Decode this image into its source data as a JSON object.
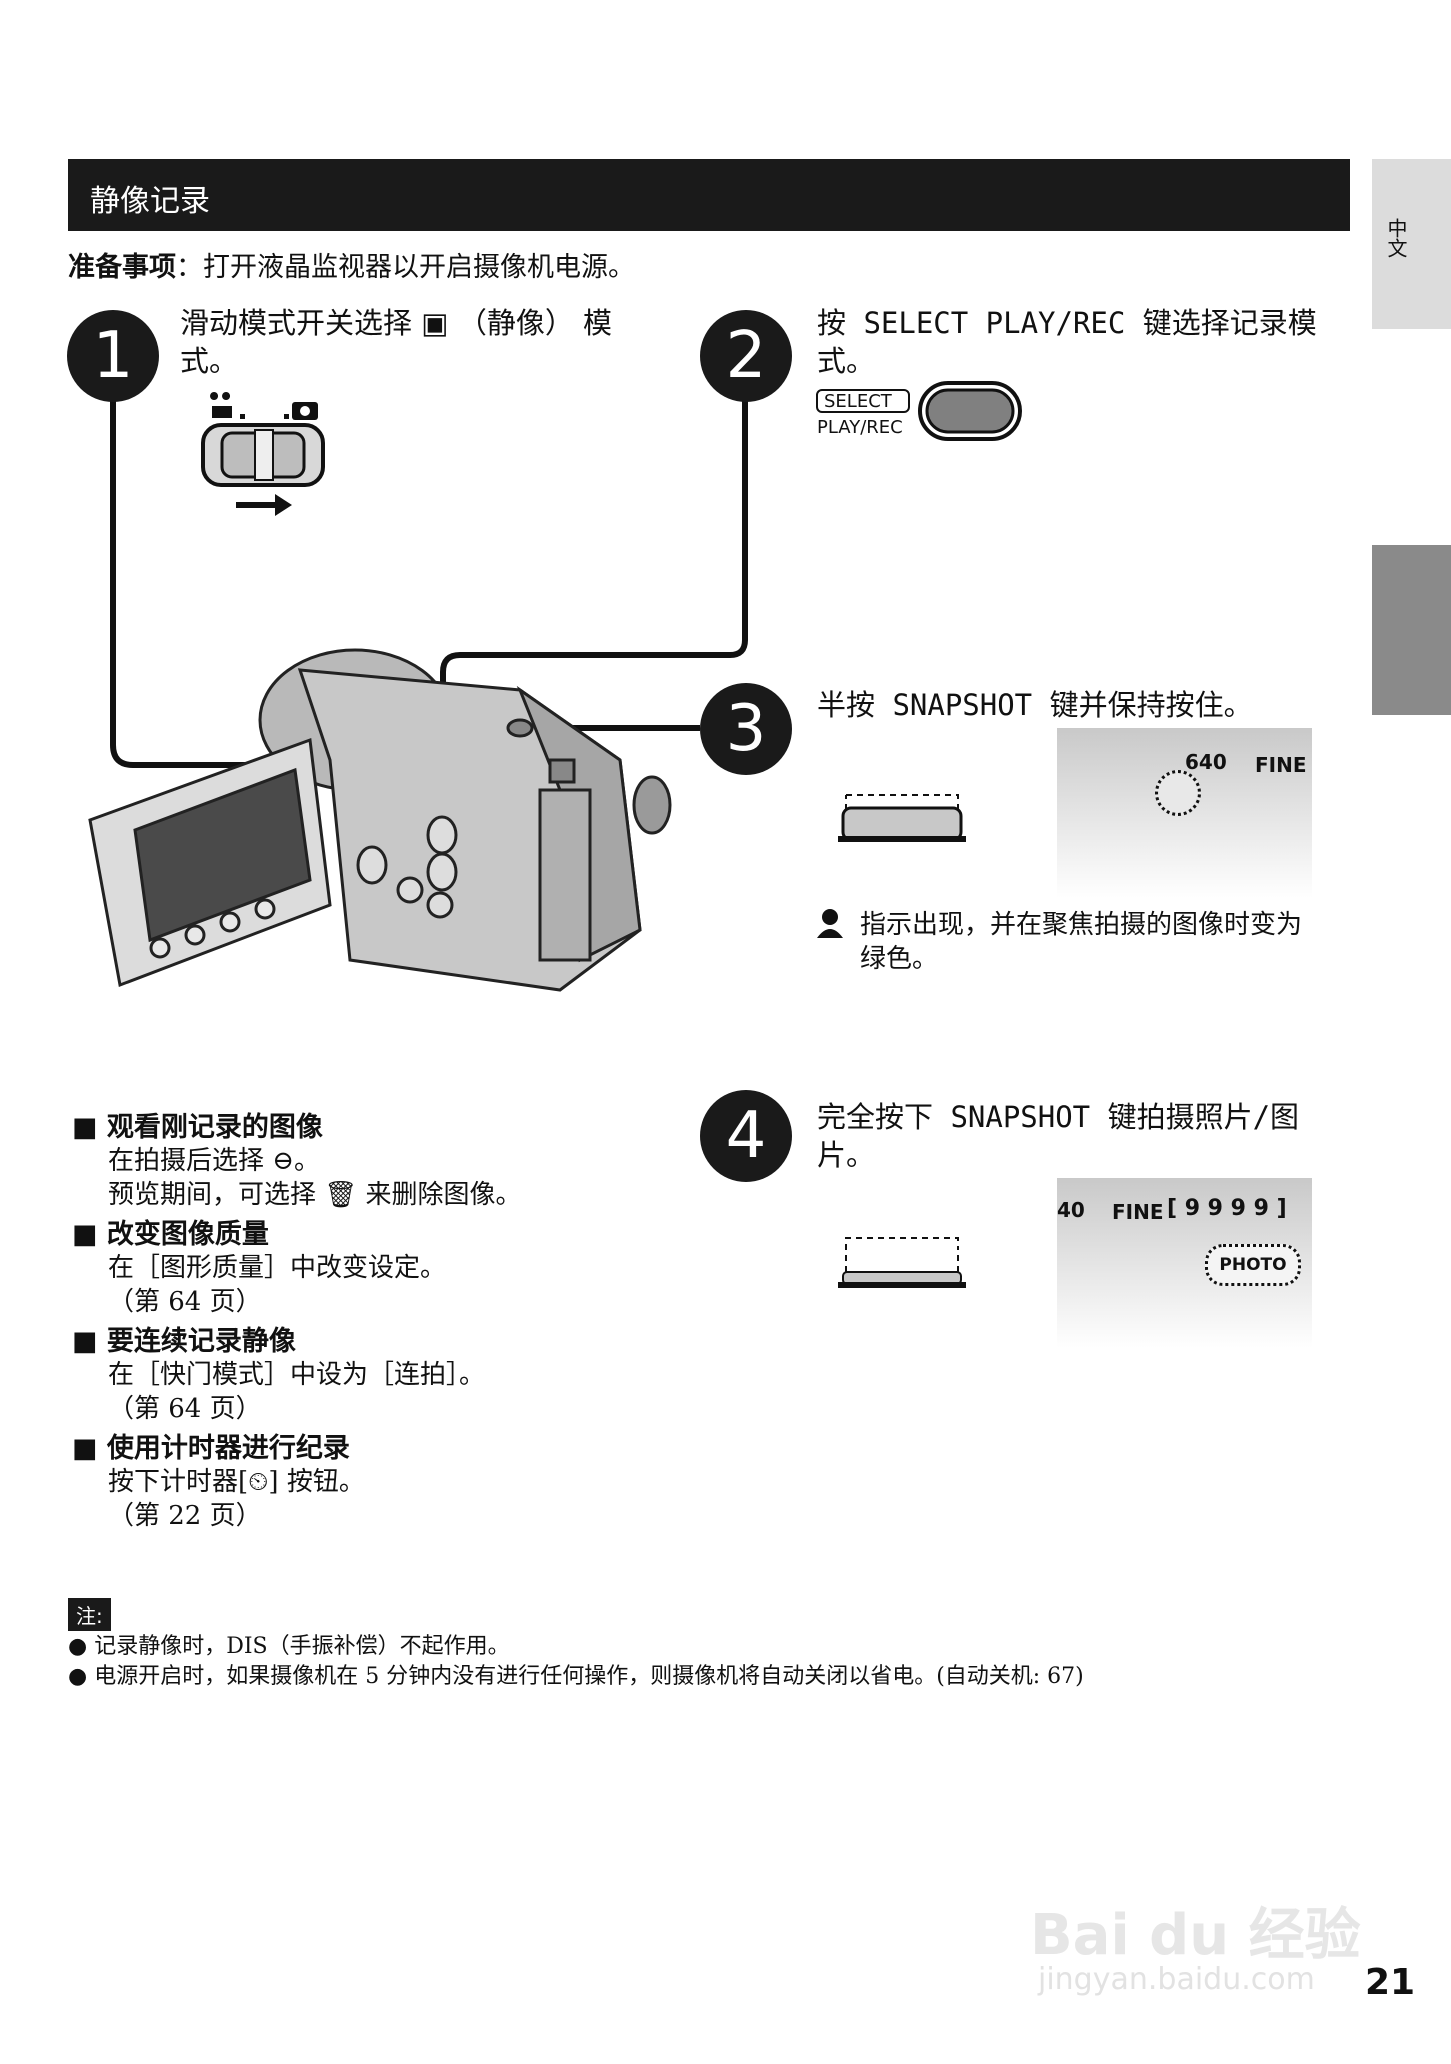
{
  "section": {
    "title": "静像记录"
  },
  "side_tab": {
    "label": "中文"
  },
  "prep": {
    "label": "准备事项",
    "text": "：打开液晶监视器以开启摄像机电源。"
  },
  "steps": [
    {
      "number": "1",
      "text": "滑动模式开关选择 ▣ （静像） 模式。"
    },
    {
      "number": "2",
      "text": "按 SELECT PLAY/REC 键选择记录模式。"
    },
    {
      "number": "3",
      "text": "半按 SNAPSHOT 键并保持按住。"
    },
    {
      "number": "4",
      "text": "完全按下 SNAPSHOT 键拍摄照片/图片。"
    }
  ],
  "button_label": {
    "select": "SELECT",
    "playrec": "PLAY/REC"
  },
  "screen3": {
    "size": "640",
    "quality": "FINE"
  },
  "screen4": {
    "size": "40",
    "quality": "FINE",
    "count": "[ 9 9 9 9 ]",
    "badge": "PHOTO"
  },
  "step3_note": {
    "text": "指示出现，并在聚焦拍摄的图像时变为绿色。"
  },
  "tips": [
    {
      "heading": "观看刚记录的图像",
      "lines": [
        "在拍摄后选择 ⊖。",
        "预览期间，可选择 🗑 来删除图像。"
      ]
    },
    {
      "heading": "改变图像质量",
      "lines": [
        "在［图形质量］中改变设定。",
        "（第 64 页）"
      ]
    },
    {
      "heading": "要连续记录静像",
      "lines": [
        "在［快门模式］中设为［连拍］。",
        "（第 64 页）"
      ]
    },
    {
      "heading": "使用计时器进行纪录",
      "lines": [
        "按下计时器[⏲] 按钮。",
        "（第 22 页）"
      ]
    }
  ],
  "notes": {
    "label": "注:",
    "items": [
      "记录静像时，DIS（手振补偿）不起作用。",
      "电源开启时，如果摄像机在 5 分钟内没有进行任何操作，则摄像机将自动关闭以省电。(自动关机: 67)"
    ]
  },
  "watermark": {
    "text": "Bai du 经验",
    "url": "jingyan.baidu.com"
  },
  "page_number": "21"
}
